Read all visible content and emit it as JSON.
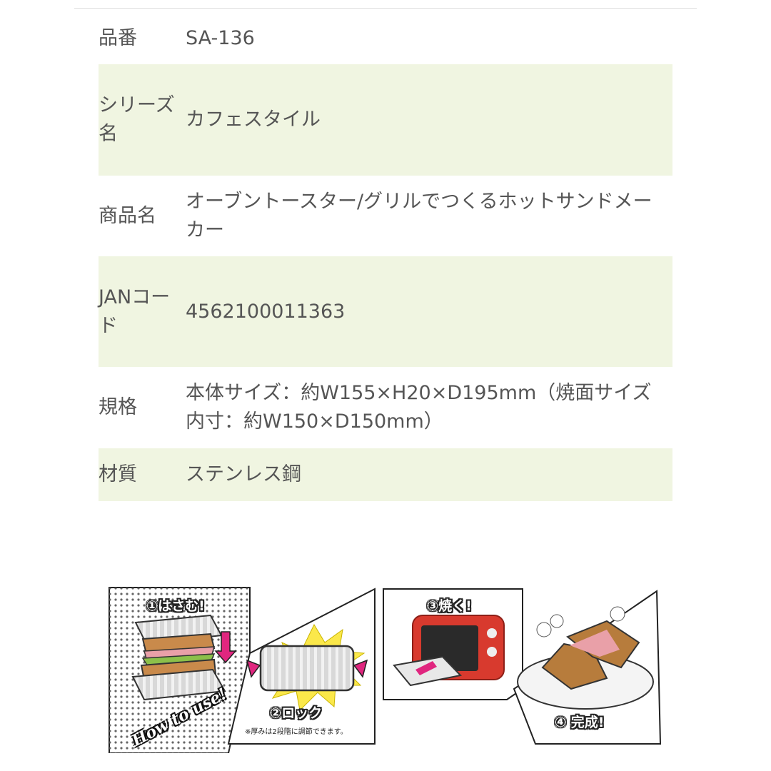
{
  "spec_rows": [
    {
      "label": "品番",
      "value": "SA-136"
    },
    {
      "label": "シリーズ名",
      "value": "カフェスタイル"
    },
    {
      "label": "商品名",
      "value": "オーブントースター/グリルでつくるホットサンドメーカー"
    },
    {
      "label": "JANコード",
      "value": "4562100011363"
    },
    {
      "label": "規格",
      "value": "本体サイズ：約W155×H20×D195mm（焼面サイズ内寸：約W150×D150mm）"
    },
    {
      "label": "材質",
      "value": "ステンレス鋼"
    }
  ],
  "howto": {
    "ribbon": "How to use!",
    "step1": "①はさむ!",
    "step2": "②ロック",
    "step3": "③焼く!",
    "step4": "④ 完成!",
    "note": "※厚みは2段階に調節できます。"
  },
  "colors": {
    "row_alt": "#f0f5e1",
    "text": "#555555",
    "oven_red": "#d83a2e",
    "arrow_pink": "#e0267f",
    "burst_yellow": "#fbe84a"
  }
}
